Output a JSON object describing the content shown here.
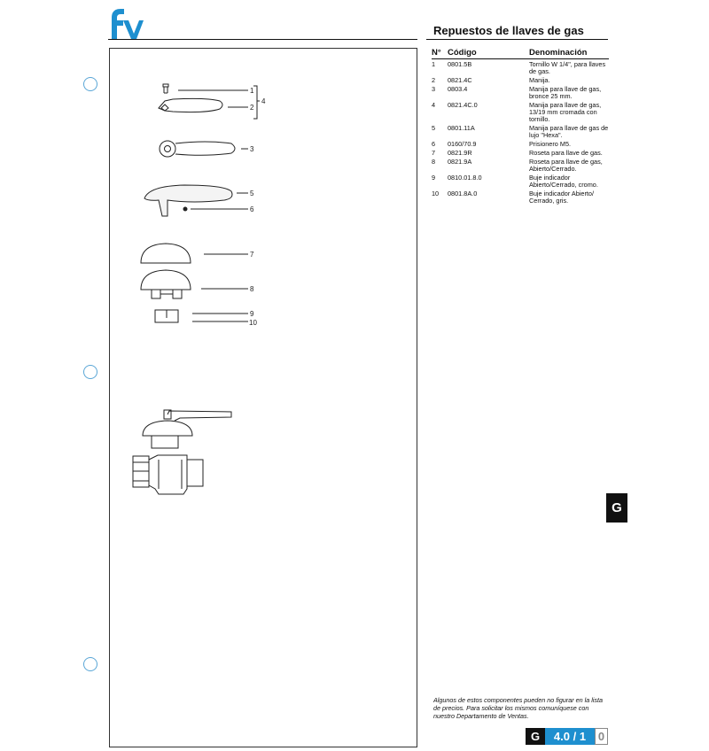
{
  "header": {
    "logo_text": "fv",
    "brand_color": "#1e8fcf",
    "title": "Repuestos de llaves de gas"
  },
  "parts_table": {
    "headers": {
      "number": "N°",
      "code": "Código",
      "name": "Denominación"
    },
    "rows": [
      {
        "number": "1",
        "code": "0801.5B",
        "name": "Tornillo W 1/4\", para llaves de gas."
      },
      {
        "number": "2",
        "code": "0821.4C",
        "name": "Manija."
      },
      {
        "number": "3",
        "code": "0803.4",
        "name": "Manija para llave de gas, bronce 25 mm."
      },
      {
        "number": "4",
        "code": "0821.4C.0",
        "name": "Manija para llave de gas, 13/19 mm cromada con tornillo."
      },
      {
        "number": "5",
        "code": "0801.11A",
        "name": "Manija para llave de gas de lujo \"Hexa\"."
      },
      {
        "number": "6",
        "code": "0160/70.9",
        "name": "Prisionero M5."
      },
      {
        "number": "7",
        "code": "0821.9R",
        "name": "Roseta para llave de gas."
      },
      {
        "number": "8",
        "code": "0821.9A",
        "name": "Roseta para llave de gas, Abierto/Cerrado."
      },
      {
        "number": "9",
        "code": "0810.01.8.0",
        "name": "Buje indicador Abierto/Cerrado, cromo."
      },
      {
        "number": "10",
        "code": "0801.8A.0",
        "name": "Buje indicador Abierto/ Cerrado, gris."
      }
    ]
  },
  "diagram": {
    "callouts": [
      "1",
      "2",
      "4",
      "3",
      "5",
      "6",
      "7",
      "8",
      "9",
      "10"
    ]
  },
  "side_tab": {
    "label": "G"
  },
  "footer": {
    "note": "Algunos de estos componentes pueden no figurar en la lista de precios. Para solicitar los mismos comuníquese con nuestro Departamento de Ventas.",
    "section_letter": "G",
    "page_number": "4.0 / 1",
    "revision": "0"
  }
}
